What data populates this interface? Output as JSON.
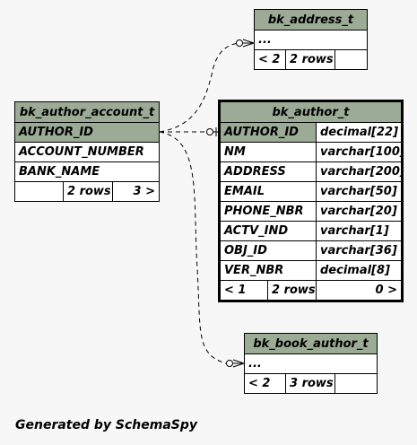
{
  "footer_text": "Generated by SchemaSpy",
  "address": {
    "name": "bk_address_t",
    "columns": [
      "..."
    ],
    "footer": {
      "left": "< 2",
      "middle": "2 rows",
      "right": ""
    }
  },
  "account": {
    "name": "bk_author_account_t",
    "columns": [
      "AUTHOR_ID",
      "ACCOUNT_NUMBER",
      "BANK_NAME"
    ],
    "footer": {
      "left": "",
      "middle": "2 rows",
      "right": "3 >"
    }
  },
  "author": {
    "name": "bk_author_t",
    "columns": [
      {
        "name": "AUTHOR_ID",
        "type": "decimal[22]"
      },
      {
        "name": "NM",
        "type": "varchar[100]"
      },
      {
        "name": "ADDRESS",
        "type": "varchar[200]"
      },
      {
        "name": "EMAIL",
        "type": "varchar[50]"
      },
      {
        "name": "PHONE_NBR",
        "type": "varchar[20]"
      },
      {
        "name": "ACTV_IND",
        "type": "varchar[1]"
      },
      {
        "name": "OBJ_ID",
        "type": "varchar[36]"
      },
      {
        "name": "VER_NBR",
        "type": "decimal[8]"
      }
    ],
    "footer": {
      "left": "< 1",
      "middle": "2 rows",
      "right": "0 >"
    }
  },
  "book_author": {
    "name": "bk_book_author_t",
    "columns": [
      "..."
    ],
    "footer": {
      "left": "< 2",
      "middle": "3 rows",
      "right": ""
    }
  },
  "colors": {
    "header": "#9bab96",
    "primary_key": "#bfe4ff",
    "background": "#f7f7f7"
  }
}
